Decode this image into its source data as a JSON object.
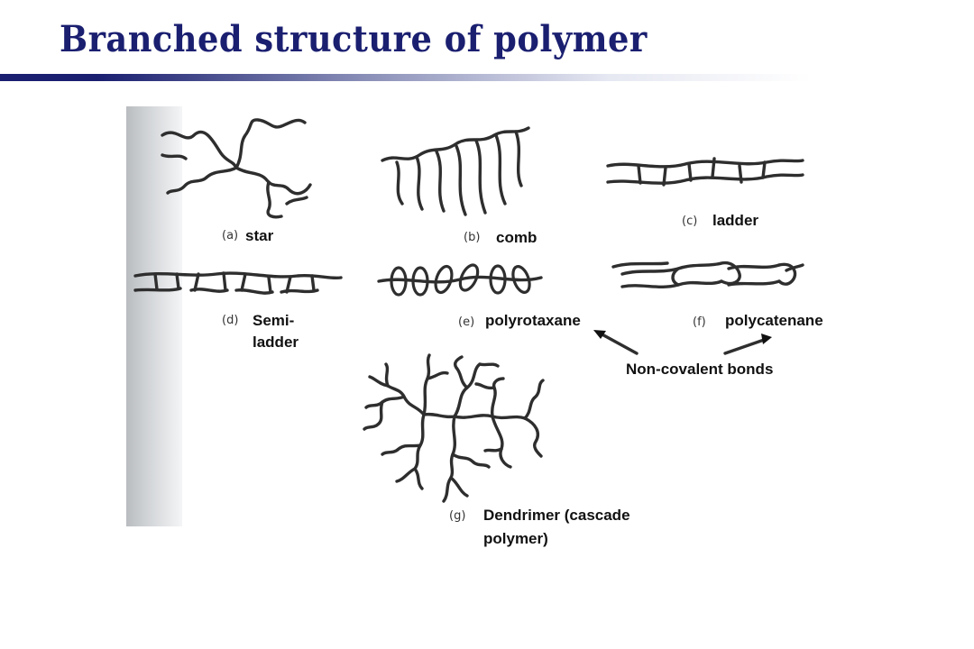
{
  "title": "Branched structure of polymer",
  "structures": {
    "star": {
      "tag": "(a)",
      "label": "star"
    },
    "comb": {
      "tag": "(b)",
      "label": "comb"
    },
    "ladder": {
      "tag": "(c)",
      "label": "ladder"
    },
    "semi_ladder": {
      "tag": "(d)",
      "label_line1": "Semi-",
      "label_line2": "ladder"
    },
    "polyrotaxane": {
      "tag": "(e)",
      "label": "polyrotaxane"
    },
    "polycatenane": {
      "tag": "(f)",
      "label": "polycatenane"
    },
    "dendrimer": {
      "tag": "(g)",
      "label_line1": "Dendrimer (cascade",
      "label_line2": "polymer)"
    }
  },
  "annotation": {
    "text": "Non-covalent bonds"
  },
  "colors": {
    "title": "#1a1f70",
    "line_art": "#2e2e2e",
    "label": "#111111"
  }
}
